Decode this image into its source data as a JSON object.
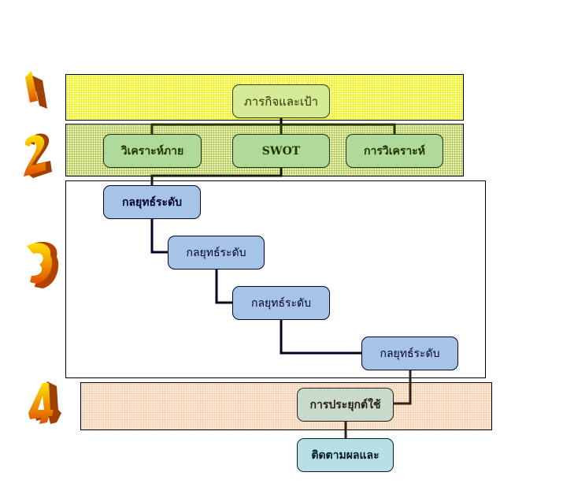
{
  "steps": [
    {
      "number": "1",
      "label": "step-1"
    },
    {
      "number": "2",
      "label": "step-2"
    },
    {
      "number": "3",
      "label": "step-3"
    },
    {
      "number": "4",
      "label": "step-4"
    }
  ],
  "nodes": {
    "mission": "ภารกิจและเป้า",
    "internal_analysis": "วิเคราะห์ภาย",
    "swot": "SWOT",
    "external_analysis": "การวิเคราะห์",
    "strategy_1": "กลยุทธ์ระดับ",
    "strategy_2": "กลยุทธ์ระดับ",
    "strategy_3": "กลยุทธ์ระดับ",
    "strategy_4": "กลยุทธ์ระดับ",
    "apply": "การประยุกต์ใช้",
    "follow_up": "ติดตามผลและ"
  },
  "colors": {
    "band1": "#ffff99",
    "band2": "#e8f0b8",
    "band4": "#fbeadb",
    "mission_fill": "#d4ea94",
    "analysis_fill": "#b0d99c",
    "strategy_fill": "#a6c4e6",
    "apply_fill": "#c8dacb",
    "follow_fill": "#b8e0e4",
    "number_light": "#ffd400",
    "number_dark": "#d04a00"
  }
}
